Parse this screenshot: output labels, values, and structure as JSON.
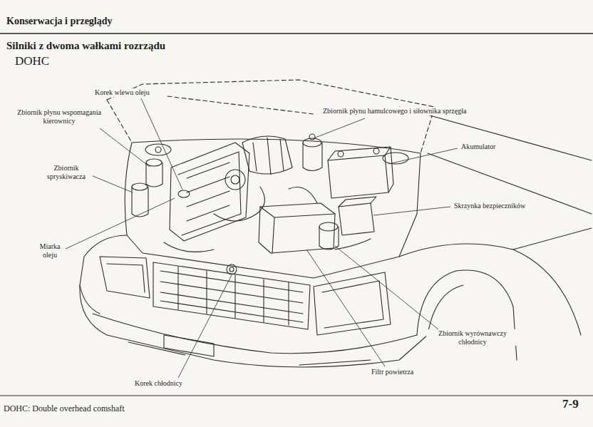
{
  "diagram": {
    "title": "Silniki z dwoma wałkami rozrządu",
    "labels": [
      "Konserwacja i przeglądy",
      "DOHC",
      "Korek wlewu oleju",
      "Zbiornik płynu wspomagania kierownicy",
      "Zbiornik płynu hamulcowego i siłownika sprzęgła",
      "Akumulator",
      "Zbiornik spryskiwacza",
      "Skrzynka bezpieczników",
      "Miarka oleju",
      "Zbiornik wyrównawczy chłodnicy",
      "Filtr powietrza",
      "Korek chłodnicy",
      "DOHC: Double overhead comshaft",
      "7-9"
    ]
  }
}
